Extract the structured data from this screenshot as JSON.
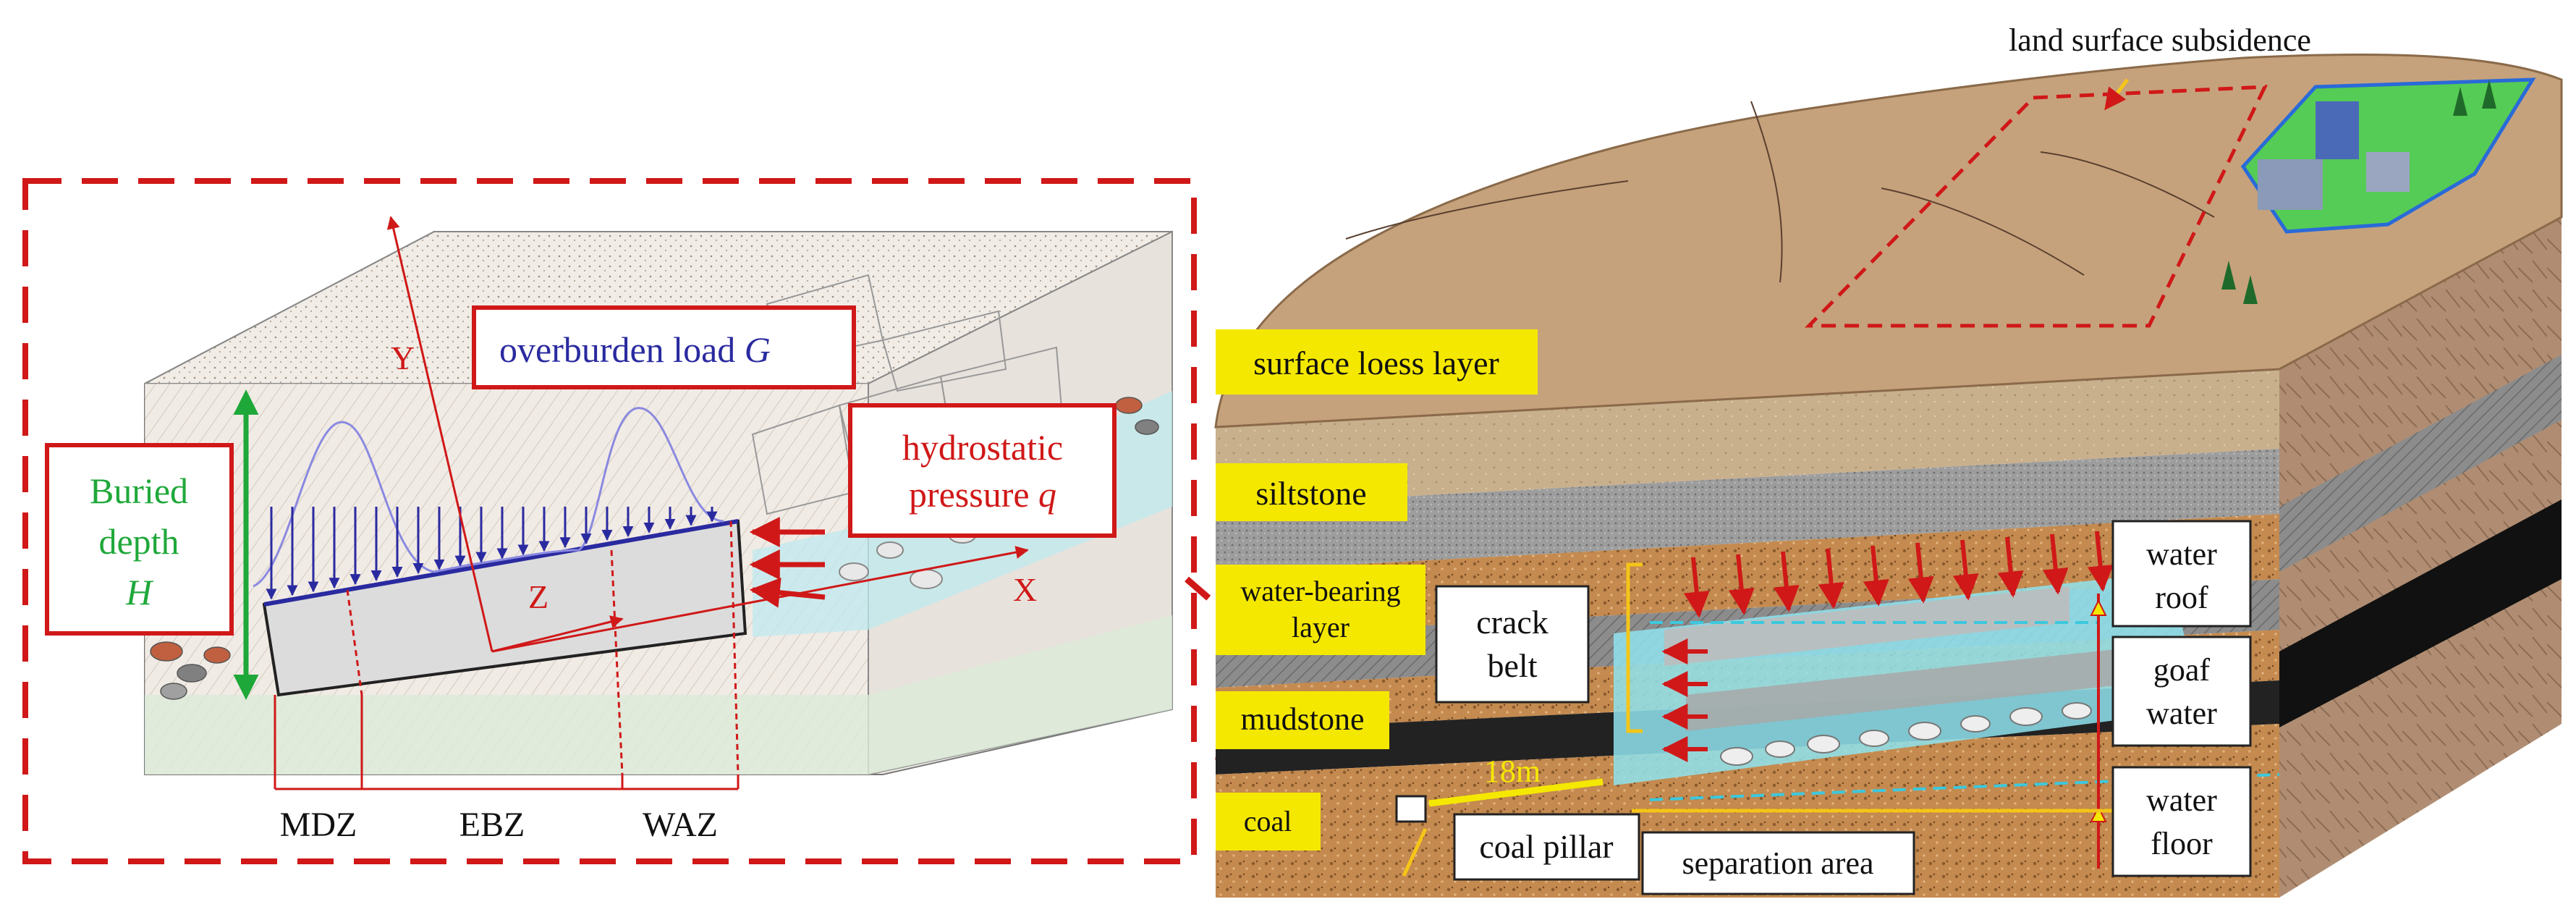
{
  "colors": {
    "accent_red": "#d01818",
    "label_yellow": "#f5e800",
    "green_depth": "#1fa83a",
    "blue_load": "#2a2aa0",
    "water_cyan": "#8fe3ee"
  },
  "left_panel": {
    "overburden_label": "overburden load",
    "overburden_symbol": "G",
    "hydrostatic_line1": "hydrostatic",
    "hydrostatic_line2": "pressure",
    "hydrostatic_symbol": "q",
    "buried_line1": "Buried",
    "buried_line2": "depth",
    "buried_symbol": "H",
    "axis_x": "X",
    "axis_y": "Y",
    "axis_z": "Z",
    "zones": [
      "MDZ",
      "EBZ",
      "WAZ"
    ]
  },
  "right_panel": {
    "land_surface": "land surface subsidence",
    "layers": [
      "surface loess layer",
      "siltstone",
      "water-bearing",
      "layer",
      "mudstone",
      "coal"
    ],
    "crack_belt_line1": "crack",
    "crack_belt_line2": "belt",
    "water_roof_line1": "water",
    "water_roof_line2": "roof",
    "goaf_water_line1": "goaf",
    "goaf_water_line2": "water",
    "water_floor_line1": "water",
    "water_floor_line2": "floor",
    "pillar_width": "18m",
    "coal_pillar": "coal pillar",
    "separation_area": "separation area"
  }
}
